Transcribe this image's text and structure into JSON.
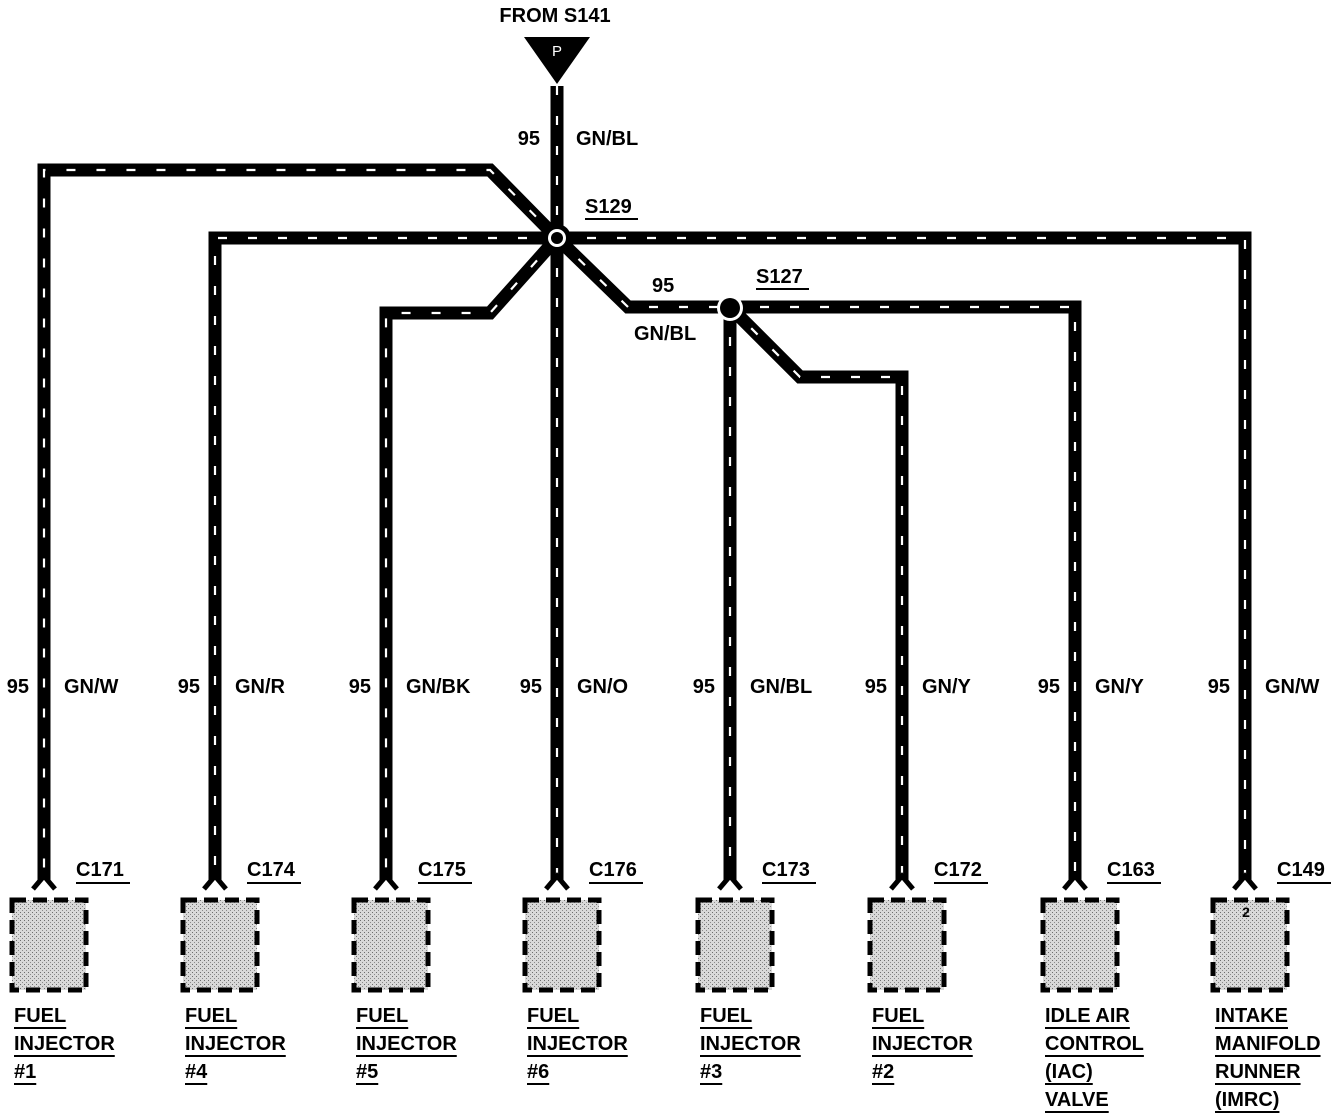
{
  "header": {
    "source_label": "FROM S141",
    "connector_letter": "P",
    "feed_circuit": "95",
    "feed_color": "GN/BL"
  },
  "splices": {
    "s129": "S129",
    "s127": "S127",
    "s127_circuit": "95",
    "s127_color": "GN/BL"
  },
  "branches": [
    {
      "circuit": "95",
      "color": "GN/W",
      "connector": "C171",
      "component_lines": [
        "FUEL",
        "INJECTOR",
        "#1"
      ],
      "pin": ""
    },
    {
      "circuit": "95",
      "color": "GN/R",
      "connector": "C174",
      "component_lines": [
        "FUEL",
        "INJECTOR",
        "#4"
      ],
      "pin": ""
    },
    {
      "circuit": "95",
      "color": "GN/BK",
      "connector": "C175",
      "component_lines": [
        "FUEL",
        "INJECTOR",
        "#5"
      ],
      "pin": ""
    },
    {
      "circuit": "95",
      "color": "GN/O",
      "connector": "C176",
      "component_lines": [
        "FUEL",
        "INJECTOR",
        "#6"
      ],
      "pin": ""
    },
    {
      "circuit": "95",
      "color": "GN/BL",
      "connector": "C173",
      "component_lines": [
        "FUEL",
        "INJECTOR",
        "#3"
      ],
      "pin": ""
    },
    {
      "circuit": "95",
      "color": "GN/Y",
      "connector": "C172",
      "component_lines": [
        "FUEL",
        "INJECTOR",
        "#2"
      ],
      "pin": ""
    },
    {
      "circuit": "95",
      "color": "GN/Y",
      "connector": "C163",
      "component_lines": [
        "IDLE AIR",
        "CONTROL",
        "(IAC)",
        "VALVE"
      ],
      "pin": ""
    },
    {
      "circuit": "95",
      "color": "GN/W",
      "connector": "C149",
      "component_lines": [
        "INTAKE",
        "MANIFOLD",
        "RUNNER",
        "(IMRC)"
      ],
      "pin": "2"
    }
  ],
  "colors": {
    "wire": "#000000",
    "wire_stripe": "#ffffff",
    "component_fill": "#cfcfcf",
    "background": "#ffffff"
  }
}
